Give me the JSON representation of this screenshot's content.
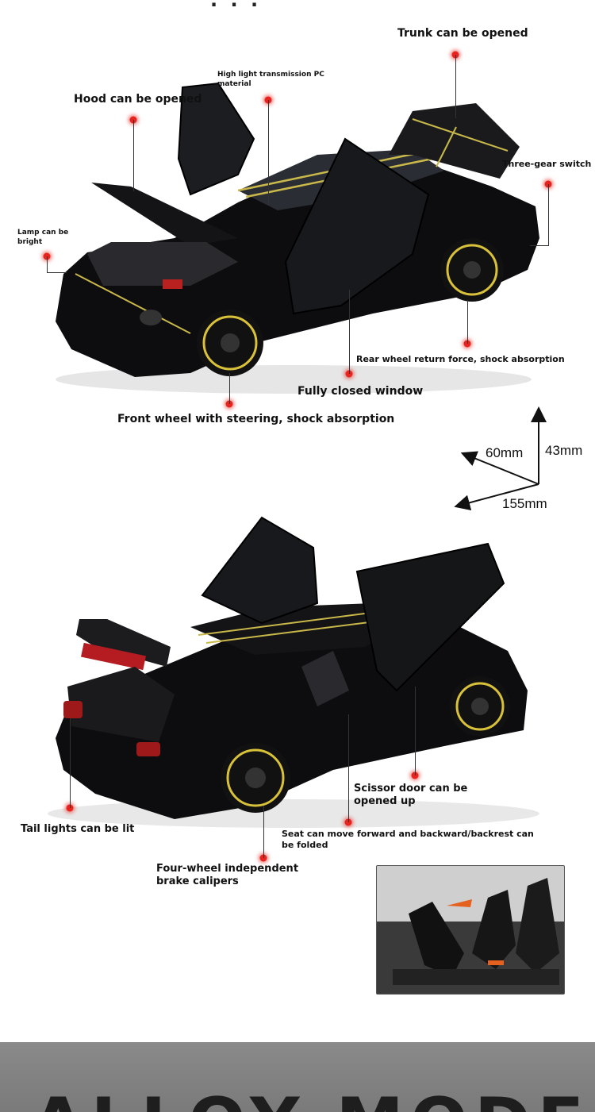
{
  "header": {
    "top_text": "ALLOY MODEL"
  },
  "features_top": {
    "trunk": "Trunk can be opened",
    "pc_material": "High light transmission PC material",
    "hood": "Hood can be opened",
    "three_gear": "Three-gear switch",
    "lamp": "Lamp can be bright",
    "rear_wheel": "Rear wheel return force, shock absorption",
    "closed_window": "Fully closed window",
    "front_wheel": "Front wheel with steering, shock absorption"
  },
  "dimensions": {
    "width": "60mm",
    "height": "43mm",
    "length": "155mm"
  },
  "features_bottom": {
    "scissor_door": "Scissor door can be opened up",
    "tail_lights": "Tail lights can be lit",
    "seat": "Seat can move forward and backward/backrest can be folded",
    "calipers": "Four-wheel independent brake calipers"
  },
  "banner": {
    "text": "ALLOY MODEL"
  },
  "colors": {
    "car_body": "#0d0d0f",
    "stripe": "#c9b84a",
    "wheel_rim": "#d9c23a",
    "callout_dot": "#e8231e",
    "banner_bg": "#808080"
  }
}
